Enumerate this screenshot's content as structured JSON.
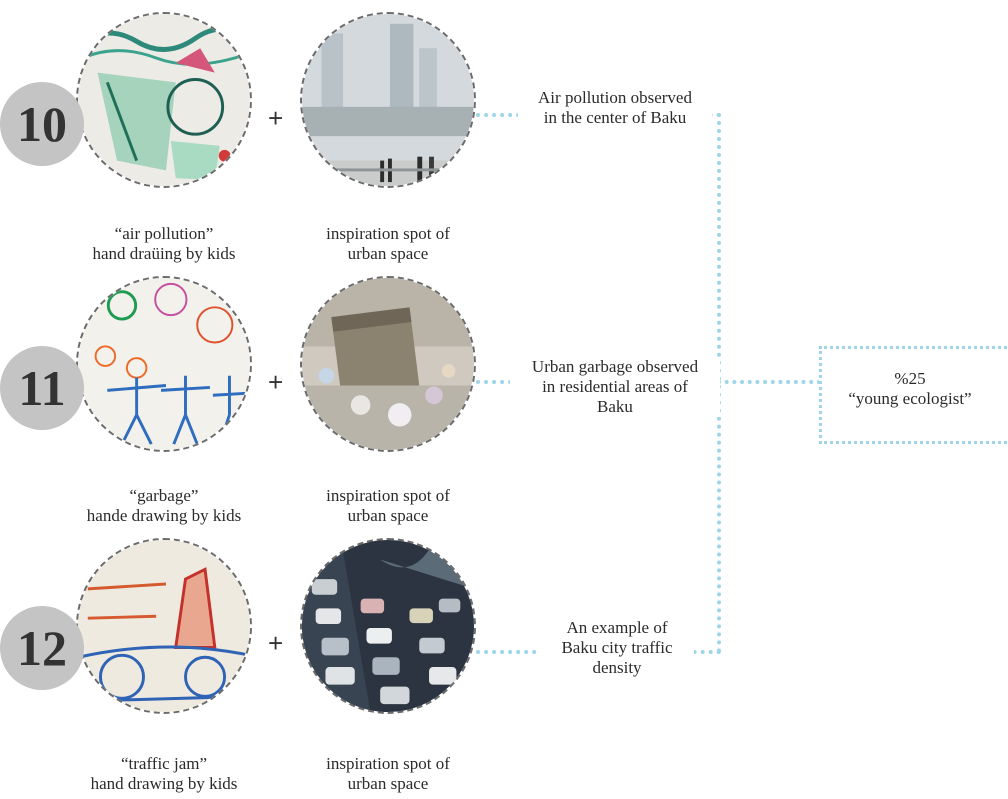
{
  "rows": [
    {
      "number": "10",
      "drawing_caption": [
        "“air pollution”",
        "hand draüing by kids"
      ],
      "photo_caption": [
        "inspiration spot of",
        "urban space"
      ],
      "observation": [
        "Air pollution observed",
        "in the center of Baku"
      ]
    },
    {
      "number": "11",
      "drawing_caption": [
        "“garbage”",
        "hande drawing by kids"
      ],
      "photo_caption": [
        "inspiration spot of",
        "urban space"
      ],
      "observation": [
        "Urban garbage observed",
        "in residential areas of",
        "Baku"
      ]
    },
    {
      "number": "12",
      "drawing_caption": [
        "“traffic jam”",
        "hand drawing  by kids"
      ],
      "photo_caption": [
        "inspiration spot of",
        "urban space"
      ],
      "observation": [
        "An example of",
        "Baku city traffic",
        "density"
      ]
    }
  ],
  "plus_sign": "+",
  "result": {
    "percent": "%25",
    "label": "“young ecologist”"
  },
  "colors": {
    "connector": "#9fd4ea",
    "badge": "#c4c4c4"
  }
}
